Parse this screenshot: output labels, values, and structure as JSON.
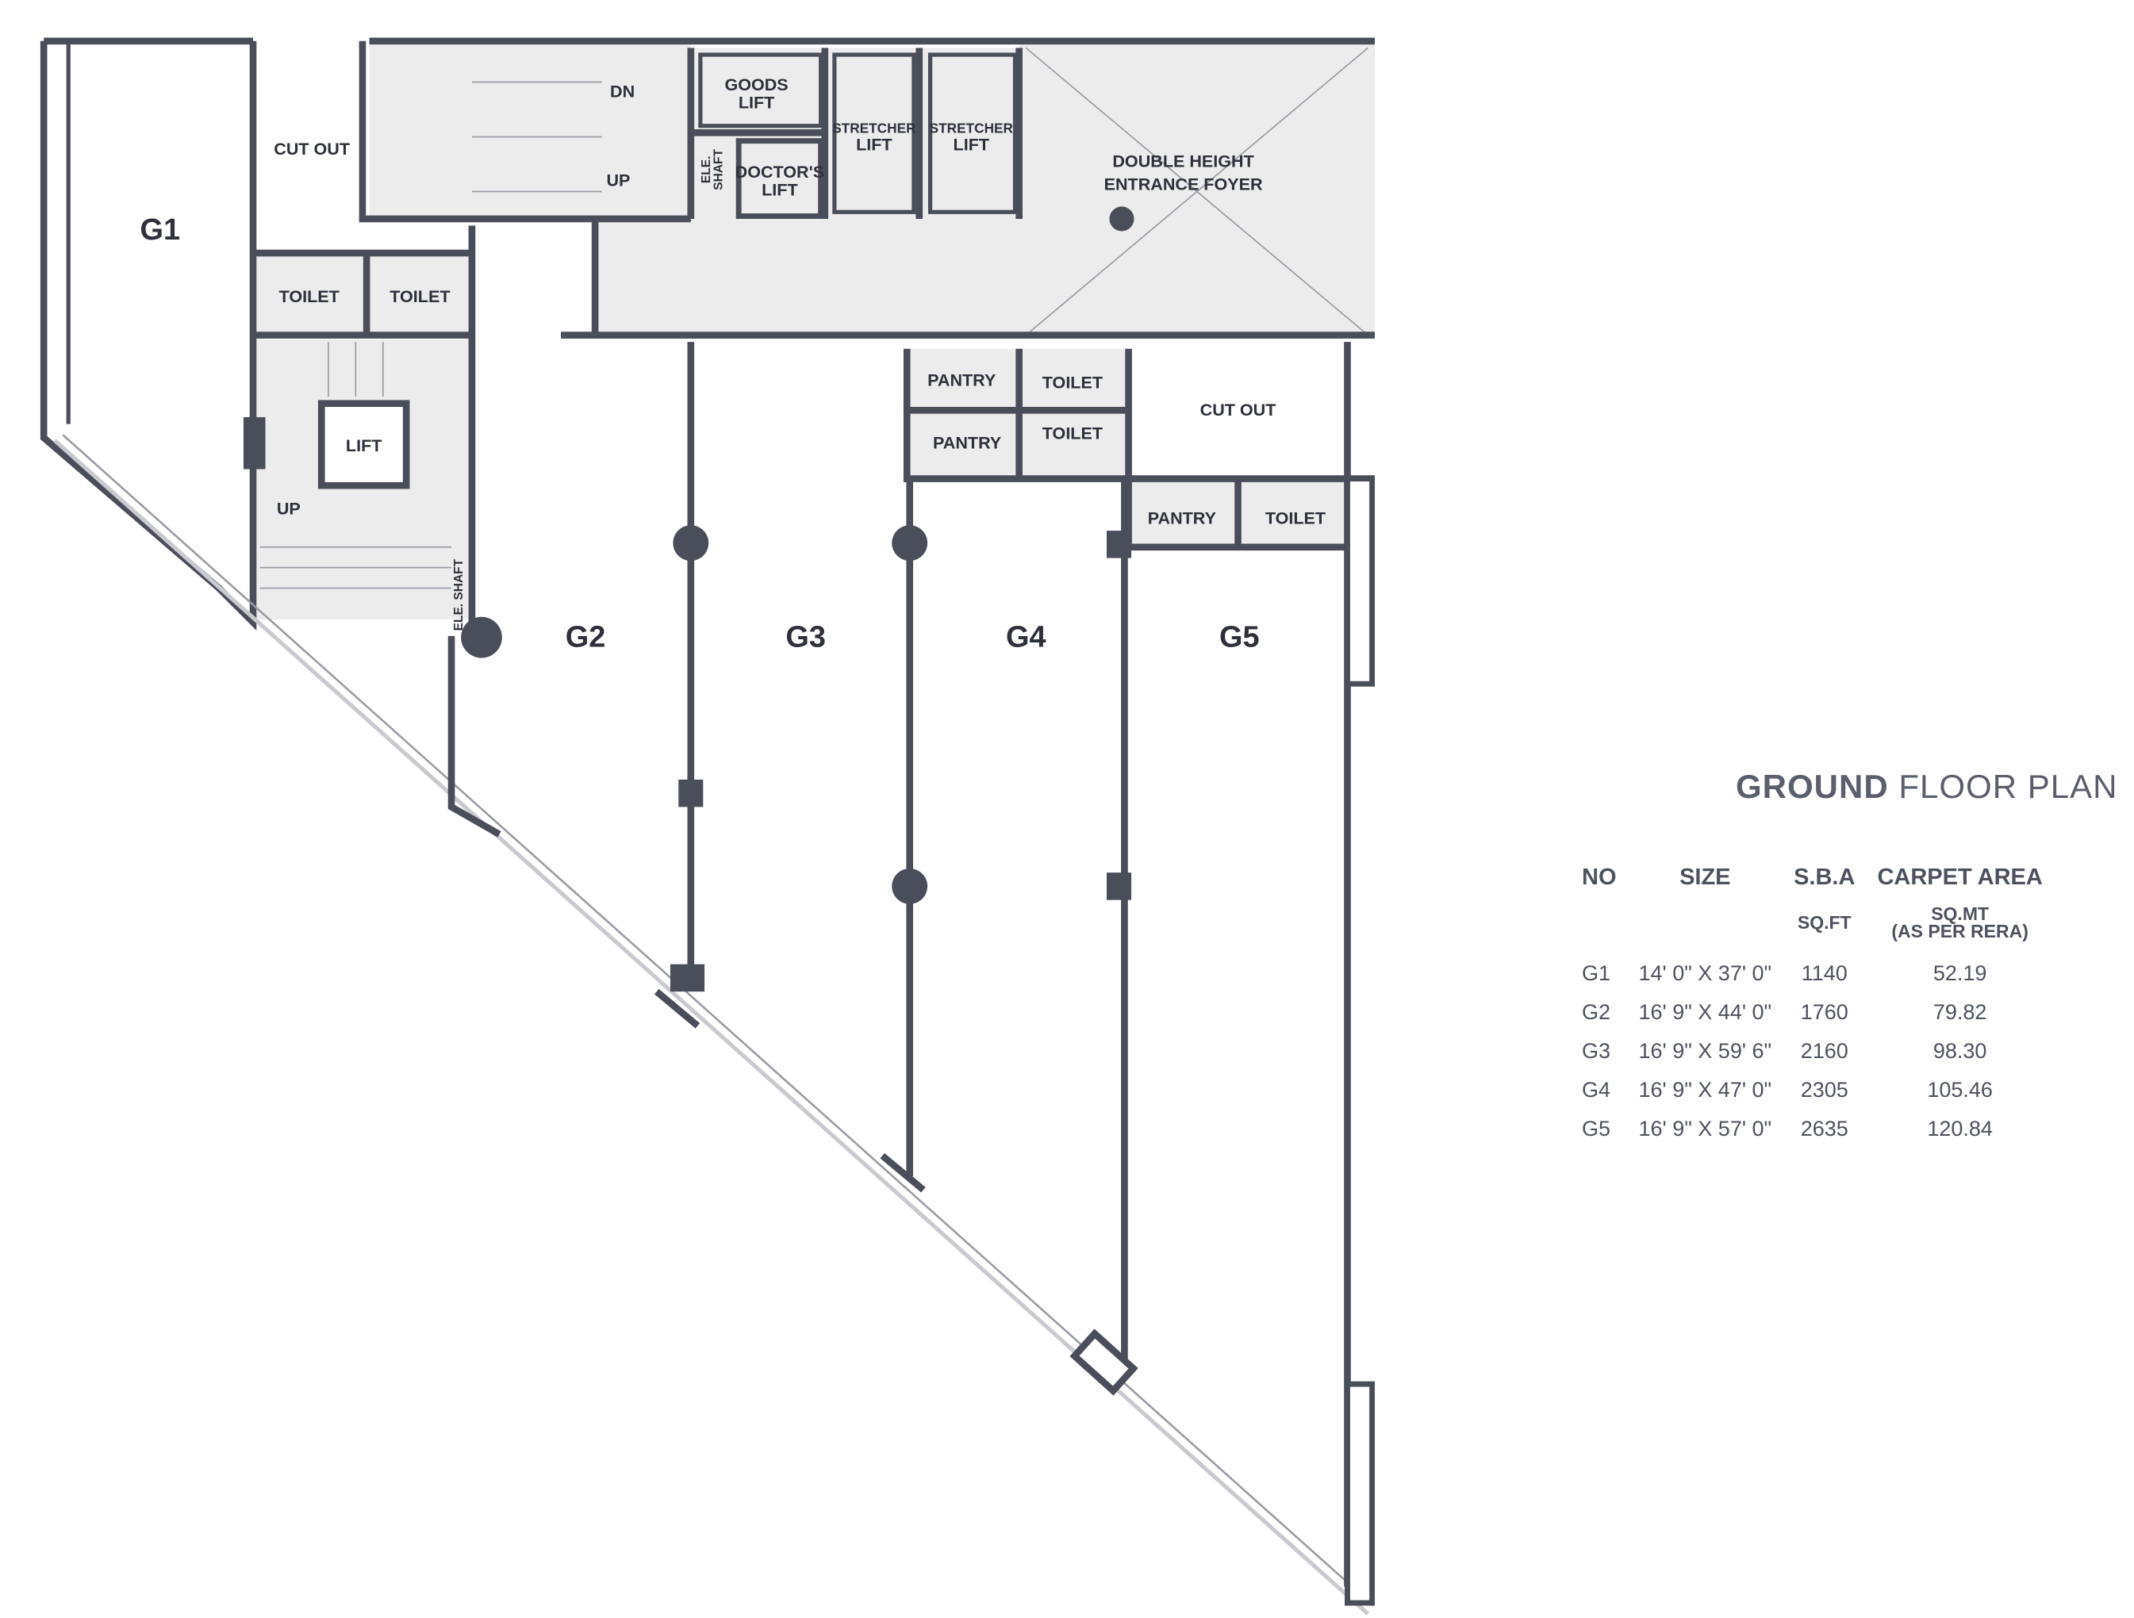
{
  "plan": {
    "units": [
      "G1",
      "G2",
      "G3",
      "G4",
      "G5"
    ],
    "rooms": {
      "cut_out": "CUT OUT",
      "toilet": "TOILET",
      "pantry": "PANTRY",
      "lift": "LIFT",
      "goods_lift": [
        "GOODS",
        "LIFT"
      ],
      "doctors_lift": [
        "DOCTOR'S",
        "LIFT"
      ],
      "stretcher_lift": [
        "STRETCHER",
        "LIFT"
      ],
      "foyer": [
        "DOUBLE HEIGHT",
        "ENTRANCE FOYER"
      ],
      "ele_shaft": "ELE. SHAFT",
      "ele_shaft_short": [
        "ELE.",
        "SHAFT"
      ],
      "dn": "DN",
      "up": "UP"
    }
  },
  "title": {
    "bold": "GROUND",
    "light": "FLOOR PLAN"
  },
  "table": {
    "headers": [
      "NO",
      "SIZE",
      "S.B.A",
      "CARPET AREA"
    ],
    "subheaders": [
      "",
      "",
      "SQ.FT",
      "SQ.MT",
      "(AS PER RERA)"
    ],
    "rows": [
      {
        "no": "G1",
        "size": "14' 0\" X 37' 0\"",
        "sba": "1140",
        "carpet": "52.19"
      },
      {
        "no": "G2",
        "size": "16' 9\" X 44' 0\"",
        "sba": "1760",
        "carpet": "79.82"
      },
      {
        "no": "G3",
        "size": "16' 9\" X 59' 6\"",
        "sba": "2160",
        "carpet": "98.30"
      },
      {
        "no": "G4",
        "size": "16' 9\" X 47' 0\"",
        "sba": "2305",
        "carpet": "105.46"
      },
      {
        "no": "G5",
        "size": "16' 9\" X 57' 0\"",
        "sba": "2635",
        "carpet": "120.84"
      }
    ]
  }
}
